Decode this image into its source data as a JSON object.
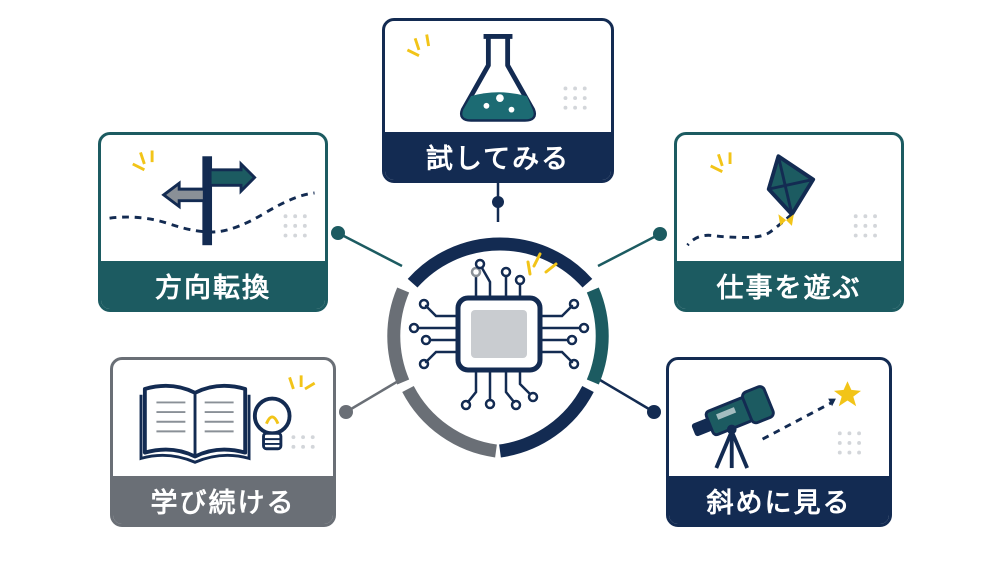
{
  "center": {
    "icon": "microchip-icon"
  },
  "cards": {
    "top": {
      "label": "試してみる",
      "icon": "flask-icon",
      "color": "#132b52"
    },
    "left_top": {
      "label": "方向転換",
      "icon": "signpost-icon",
      "color": "#1c5b61"
    },
    "right_top": {
      "label": "仕事を遊ぶ",
      "icon": "kite-icon",
      "color": "#1c5b61"
    },
    "left_bottom": {
      "label": "学び続ける",
      "icon": "book-lightbulb-icon",
      "color": "#6a6f76"
    },
    "right_bottom": {
      "label": "斜めに見る",
      "icon": "telescope-icon",
      "color": "#132b52"
    }
  },
  "colors": {
    "navy": "#132b52",
    "teal": "#1c5b61",
    "gray": "#6a6f76",
    "accent": "#f2c418"
  }
}
